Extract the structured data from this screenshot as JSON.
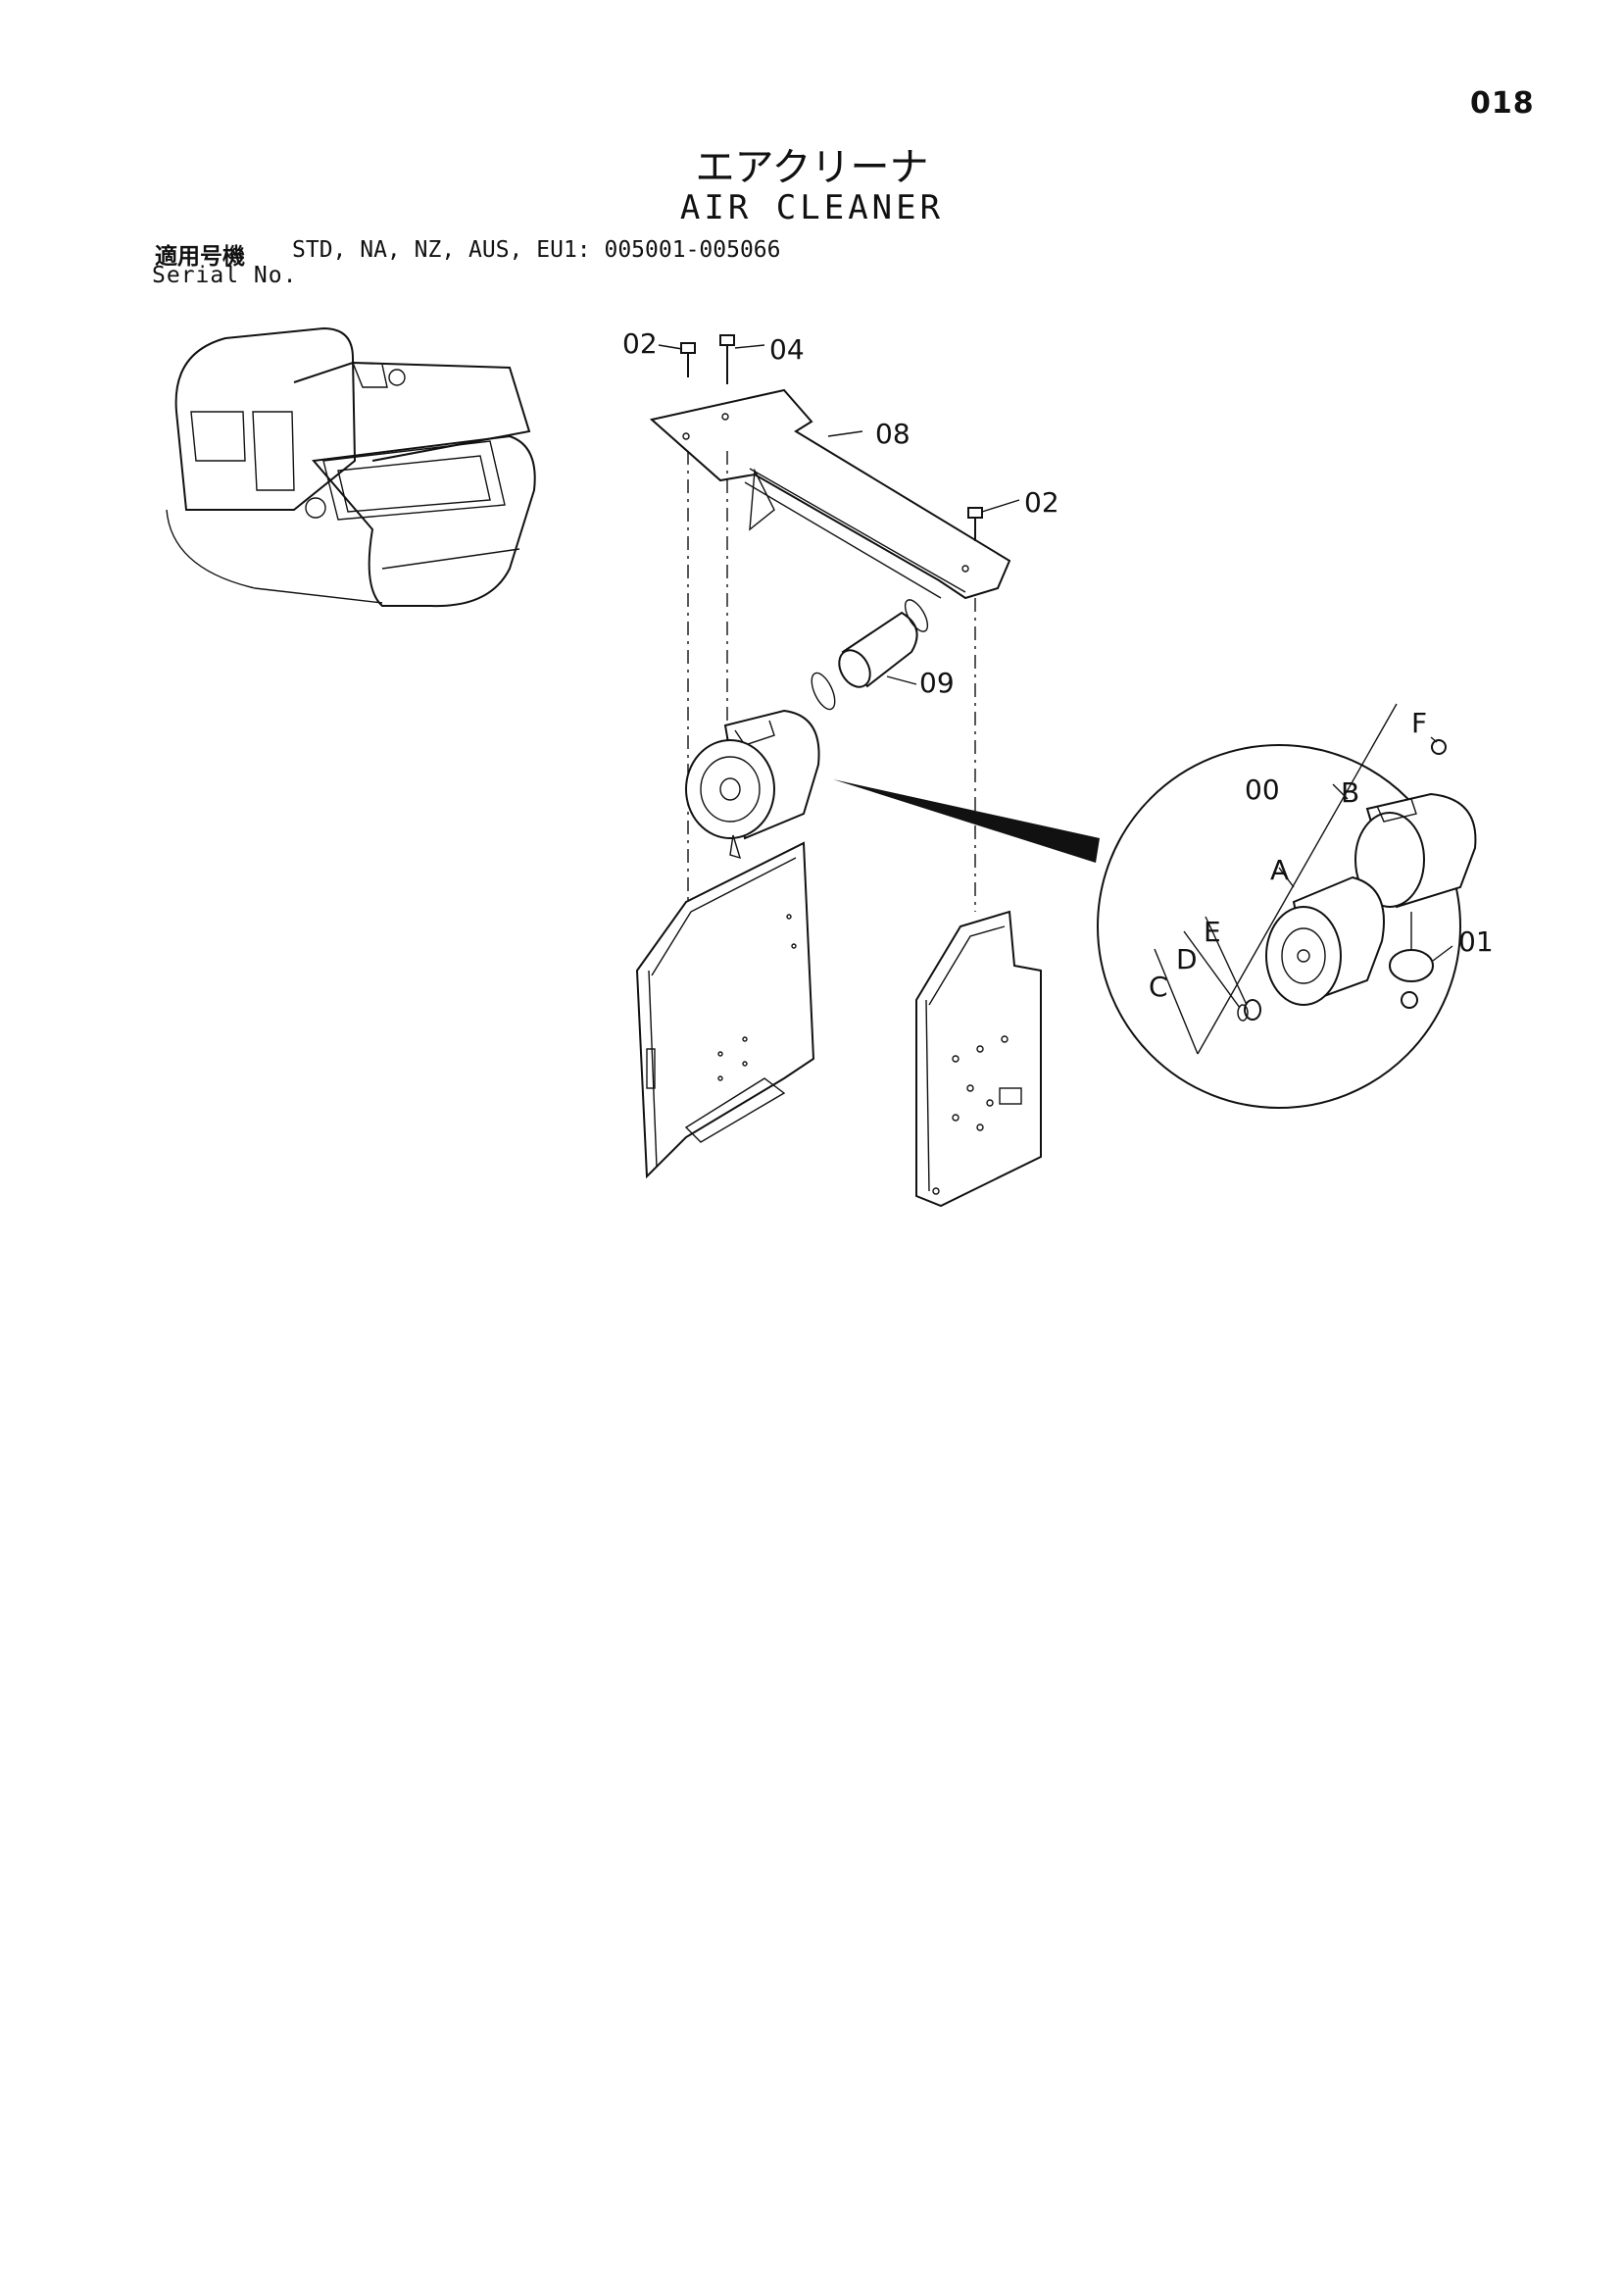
{
  "page_number": "018",
  "title_ja": "エアクリーナ",
  "title_en": "AIR CLEANER",
  "serial": {
    "label_ja": "適用号機",
    "label_en": "Serial No.",
    "models": "STD, NA, NZ, AUS, EU1: 005001-005066"
  },
  "callouts": {
    "c02a": "02",
    "c04": "04",
    "c08": "08",
    "c02b": "02",
    "c09": "09",
    "c00": "00",
    "c01": "01",
    "cA": "A",
    "cB": "B",
    "cC": "C",
    "cD": "D",
    "cE": "E",
    "cF": "F"
  }
}
